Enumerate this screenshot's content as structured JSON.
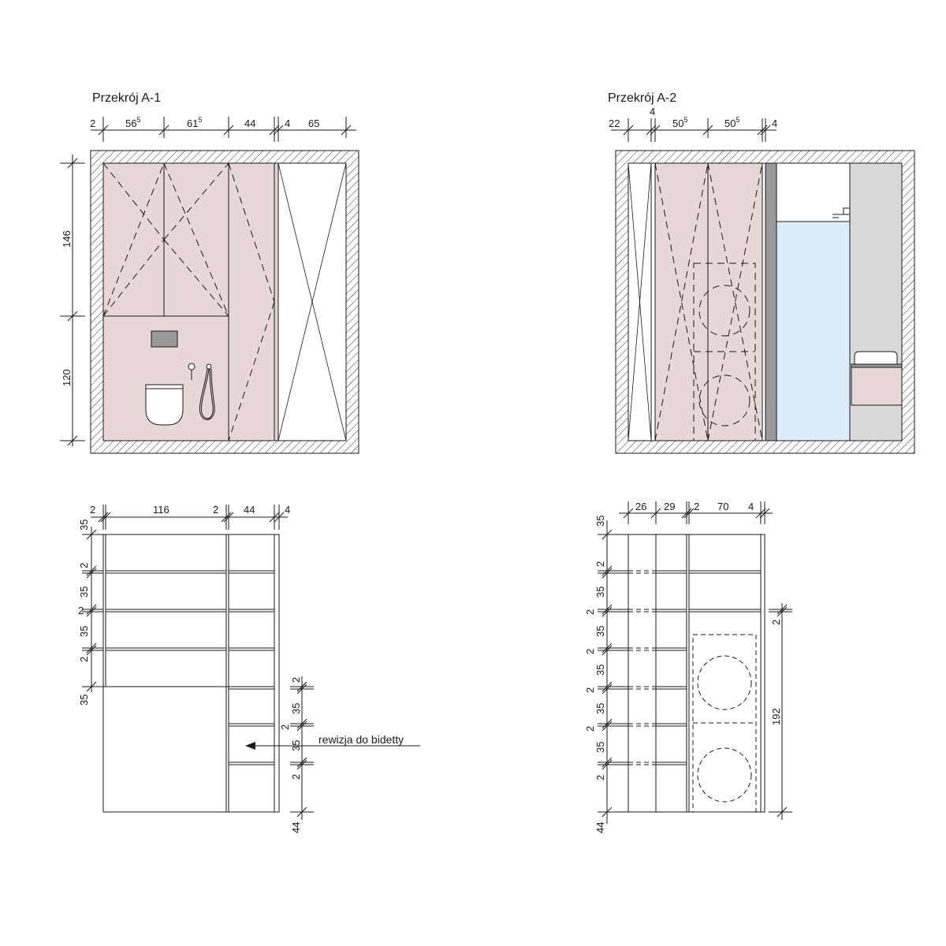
{
  "section_a1": {
    "title": "Przekrój A-1",
    "top_dims": [
      {
        "base": "2",
        "sup": ""
      },
      {
        "base": "56",
        "sup": "5"
      },
      {
        "base": "61",
        "sup": "5"
      },
      {
        "base": "44",
        "sup": ""
      },
      {
        "base": "4",
        "sup": ""
      },
      {
        "base": "65",
        "sup": ""
      }
    ],
    "left_dims": [
      "146",
      "120"
    ]
  },
  "section_a2": {
    "title": "Przekrój A-2",
    "top_dims": [
      {
        "base": "22",
        "sup": ""
      },
      {
        "base": "4",
        "sup": ""
      },
      {
        "base": "50",
        "sup": "5"
      },
      {
        "base": "50",
        "sup": "5"
      },
      {
        "base": "4",
        "sup": ""
      }
    ]
  },
  "plan_1": {
    "top_dims": [
      "2",
      "116",
      "2",
      "44",
      "4"
    ],
    "left_dims": [
      "35",
      "2",
      "35",
      "2",
      "35",
      "2",
      "35"
    ],
    "right_dims": [
      "2",
      "35",
      "2",
      "35",
      "2",
      "44"
    ],
    "annotation": "rewizja do bidetty"
  },
  "plan_2": {
    "top_dims": [
      "26",
      "29",
      "2",
      "70",
      "4"
    ],
    "left_dims": [
      "35",
      "2",
      "35",
      "2",
      "35",
      "2",
      "35",
      "2",
      "35",
      "2",
      "35",
      "2",
      "44"
    ],
    "right_dims": [
      "2",
      "192"
    ]
  },
  "colors": {
    "cabinet_pink": "#e7d7d6",
    "shower_blue": "#dcecf8",
    "panel_grey": "#d9d9d9",
    "flush_plate": "#9a9a9a"
  }
}
